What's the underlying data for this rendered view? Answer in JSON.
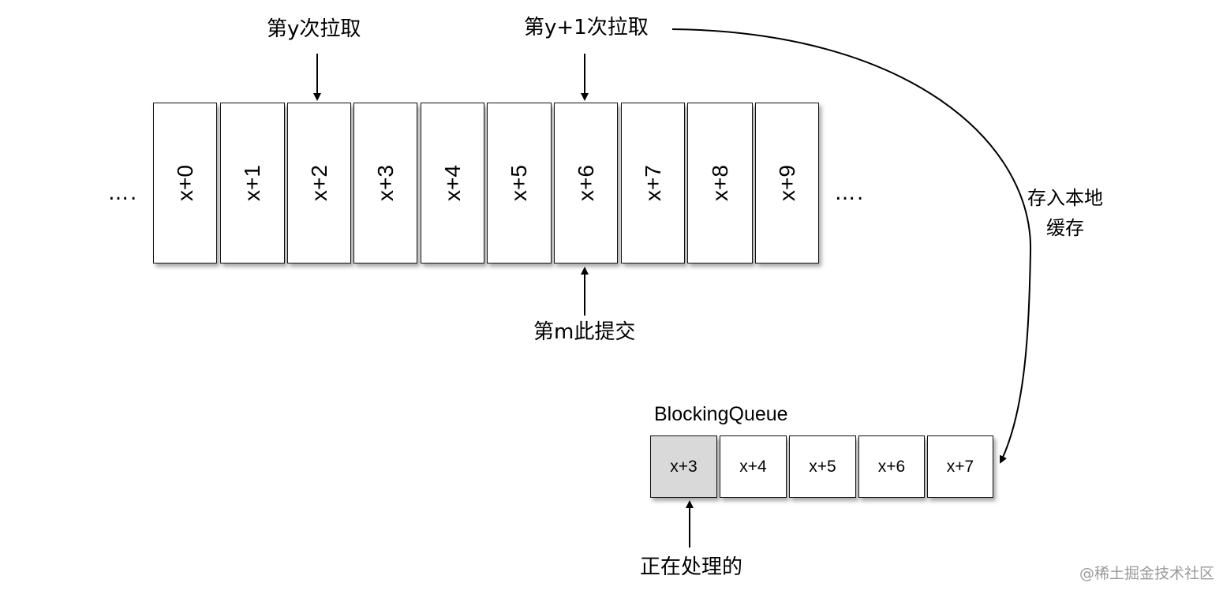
{
  "upper": {
    "cells": [
      "x+0",
      "x+1",
      "x+2",
      "x+3",
      "x+4",
      "x+5",
      "x+6",
      "x+7",
      "x+8",
      "x+9"
    ],
    "left_ellipsis": "….",
    "right_ellipsis": "….",
    "pull_y_label": "第y次拉取",
    "pull_y1_label": "第y+1次拉取",
    "commit_m_label": "第m此提交"
  },
  "side_label": {
    "line1": "存入本地",
    "line2": "缓存"
  },
  "queue": {
    "title": "BlockingQueue",
    "cells": [
      "x+3",
      "x+4",
      "x+5",
      "x+6",
      "x+7"
    ],
    "processing_label": "正在处理的",
    "processing_fill": "#d9d9d9"
  },
  "watermark": "@稀土掘金技术社区"
}
